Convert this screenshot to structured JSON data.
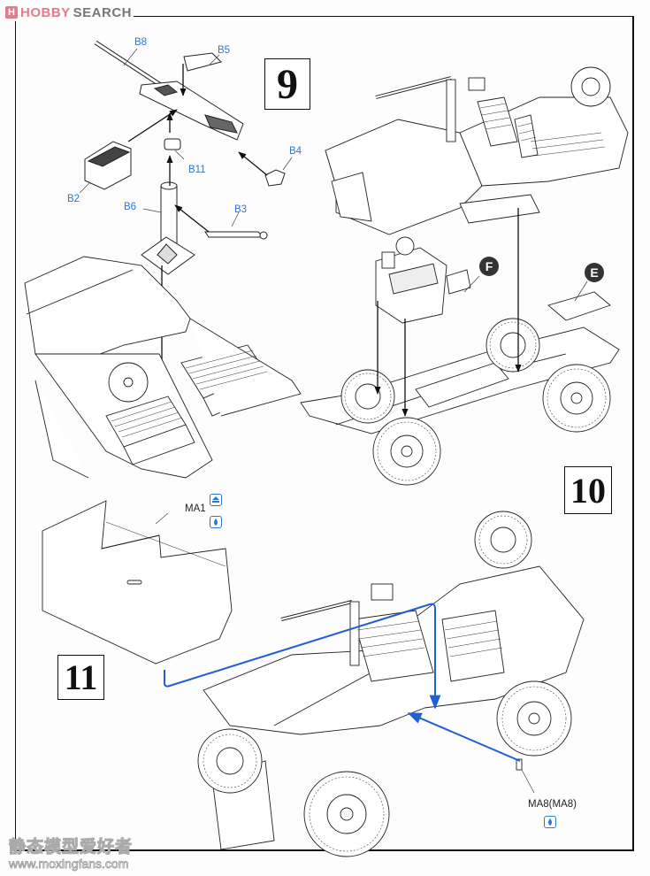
{
  "watermarks": {
    "top_logo_glyph": "H",
    "top_brand_part1": "HOBBY",
    "top_brand_part2": "SEARCH",
    "bottom_chinese": "静态模型爱好者",
    "bottom_url": "www.moxingfans.com"
  },
  "steps": {
    "step9": "9",
    "step10": "10",
    "step11": "11"
  },
  "parts": {
    "b8": "B8",
    "b5": "B5",
    "b4": "B4",
    "b11": "B11",
    "b2": "B2",
    "b6": "B6",
    "b3": "B3",
    "ma1": "MA1",
    "ma8": "MA8(MA8)"
  },
  "subassemblies": {
    "f": "F",
    "e": "E"
  },
  "icons": {
    "ma1_icons": [
      "paint-mask-icon",
      "glue-drop-icon"
    ],
    "ma8_icons": [
      "glue-drop-icon"
    ]
  },
  "colors": {
    "label_blue": "#2a78d4",
    "line_black": "#111111",
    "assembly_line_blue": "#1f5fd1",
    "watermark_pink": "#e27b8c"
  }
}
